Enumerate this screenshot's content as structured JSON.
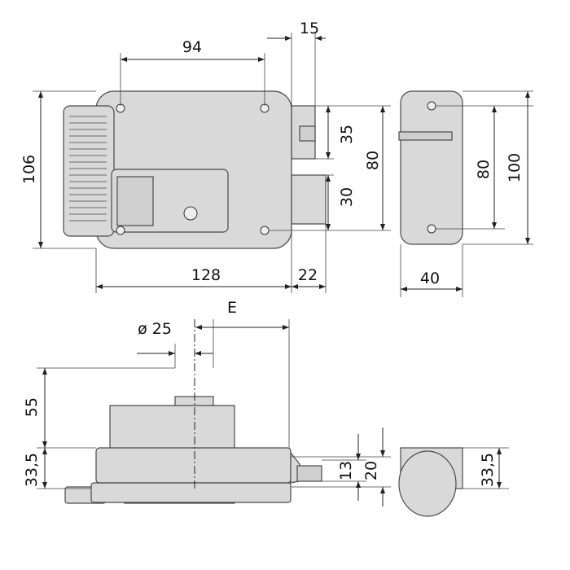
{
  "drawing": {
    "top_view": {
      "dim_94": "94",
      "dim_15": "15",
      "dim_106": "106",
      "dim_35": "35",
      "dim_80": "80",
      "dim_30": "30",
      "dim_128": "128",
      "dim_22": "22"
    },
    "end_view": {
      "dim_80": "80",
      "dim_100": "100",
      "dim_40": "40"
    },
    "bottom_view": {
      "dim_e": "E",
      "dim_diameter": "ø 25",
      "dim_55": "55",
      "dim_33_5_left": "33,5",
      "dim_13": "13",
      "dim_20": "20",
      "dim_33_5_right": "33,5"
    },
    "colors": {
      "part_fill": "#d9d9d9",
      "outline": "#4a4a4a"
    }
  }
}
